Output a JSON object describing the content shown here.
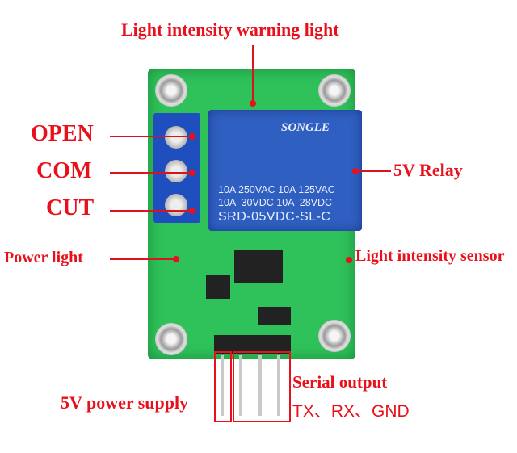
{
  "labels": {
    "warning_light": "Light intensity warning light",
    "open": "OPEN",
    "com": "COM",
    "cut": "CUT",
    "relay": "5V Relay",
    "power_light": "Power light",
    "sensor": "Light intensity sensor",
    "power_supply": "5V power supply",
    "serial_output": "Serial output",
    "serial_pins": "TX、RX、GND"
  },
  "relay": {
    "brand": "SONGLE",
    "rating_line1": "10A 250VAC 10A 125VAC",
    "rating_line2": "10A  30VDC 10A  28VDC",
    "model": "SRD-05VDC-SL-C"
  },
  "colors": {
    "annotation": "#e8111b",
    "pcb": "#2fc25a",
    "relay": "#2f5fc0"
  }
}
